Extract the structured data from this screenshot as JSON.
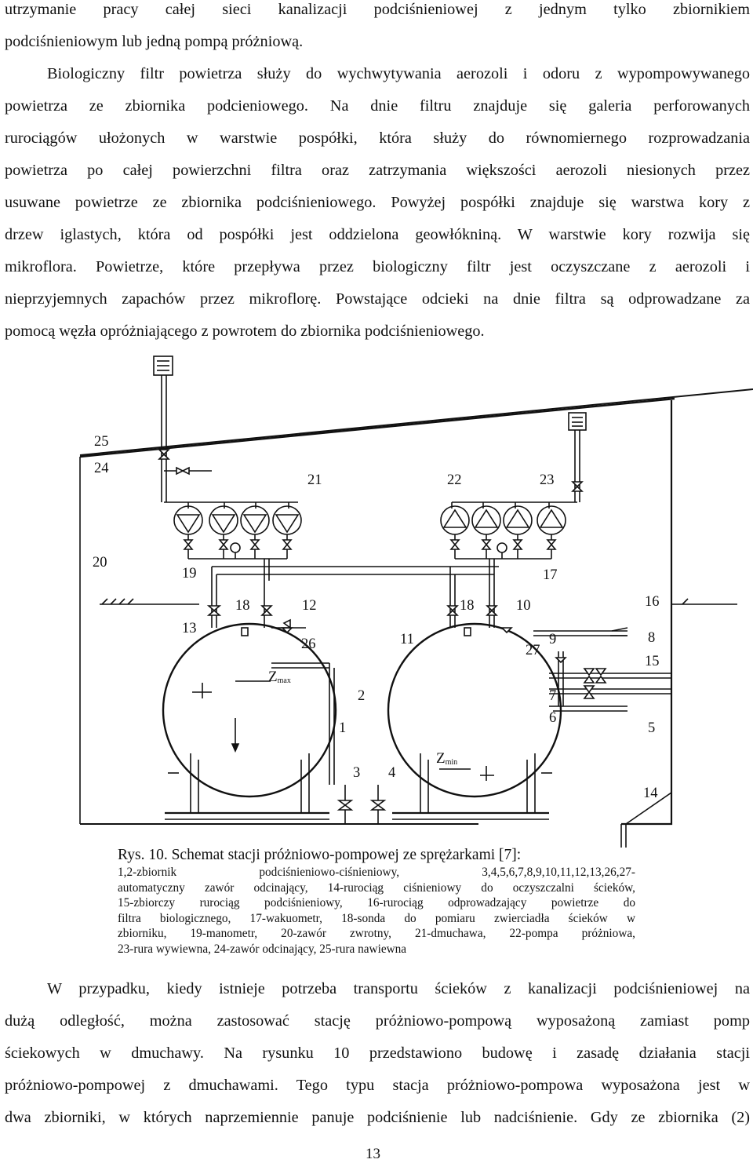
{
  "paragraph_top": [
    "utrzymanie pracy całej sieci kanalizacji podciśnieniowej z jednym tylko zbiornikiem",
    "podciśnieniowym lub jedną pompą próżniową.",
    "Biologiczny filtr powietrza służy do wychwytywania aerozoli i odoru z wypompowywanego",
    "powietrza ze zbiornika podcieniowego. Na dnie filtru znajduje się galeria perforowanych",
    "rurociągów ułożonych w warstwie pospółki, która służy do równomiernego rozprowadzania",
    "powietrza po całej powierzchni filtra oraz zatrzymania większości aerozoli niesionych przez",
    "usuwane powietrze ze zbiornika podciśnieniowego. Powyżej pospółki znajduje się warstwa kory z",
    "drzew iglastych, która od pospółki jest oddzielona geowłókniną. W warstwie kory rozwija się",
    "mikroflora. Powietrze, które przepływa przez biologiczny filtr jest oczyszczane z aerozoli i",
    "nieprzyjemnych zapachów przez mikroflorę. Powstające odcieki na dnie filtra są odprowadzane za",
    "pomocą węzła opróżniającego z powrotem do zbiornika podciśnieniowego."
  ],
  "figure_labels": {
    "n1": "1",
    "n2": "2",
    "n3": "3",
    "n4": "4",
    "n5": "5",
    "n6": "6",
    "n7": "7",
    "n8": "8",
    "n9": "9",
    "n10": "10",
    "n11": "11",
    "n12": "12",
    "n13": "13",
    "n14": "14",
    "n15": "15",
    "n16": "16",
    "n17": "17",
    "n18a": "18",
    "n18b": "18",
    "n19": "19",
    "n20": "20",
    "n21": "21",
    "n22": "22",
    "n23": "23",
    "n24": "24",
    "n25": "25",
    "n26": "26",
    "n27": "27",
    "zmax": "Z",
    "zmax_sub": "max",
    "zmin": "Z",
    "zmin_sub": "min"
  },
  "caption": {
    "title": "Rys. 10. Schemat stacji próżniowo-pompowej ze sprężarkami [7]:",
    "lines": [
      "1,2-zbiornik podciśnieniowo-ciśnieniowy, 3,4,5,6,7,8,9,10,11,12,13,26,27-",
      "automatyczny zawór odcinający, 14-rurociąg ciśnieniowy do oczyszczalni ścieków,",
      "15-zbiorczy rurociąg podciśnieniowy, 16-rurociąg odprowadzający powietrze do",
      "filtra biologicznego, 17-wakuometr, 18-sonda do pomiaru zwierciadła ścieków w",
      "zbiorniku, 19-manometr, 20-zawór zwrotny, 21-dmuchawa, 22-pompa próżniowa,",
      "23-rura wywiewna, 24-zawór odcinający, 25-rura nawiewna"
    ]
  },
  "paragraph_bottom": [
    "W przypadku, kiedy istnieje potrzeba transportu ścieków z kanalizacji podciśnieniowej na",
    "dużą odległość, można zastosować stację próżniowo-pompową wyposażoną zamiast pomp",
    "ściekowych w dmuchawy. Na rysunku 10 przedstawiono budowę i zasadę działania stacji",
    "próżniowo-pompowej z dmuchawami. Tego typu stacja próżniowo-pompowa wyposażona jest w",
    "dwa zbiorniki, w których naprzemiennie panuje podciśnienie lub nadciśnienie. Gdy ze zbiornika (2)"
  ],
  "page_number": "13"
}
